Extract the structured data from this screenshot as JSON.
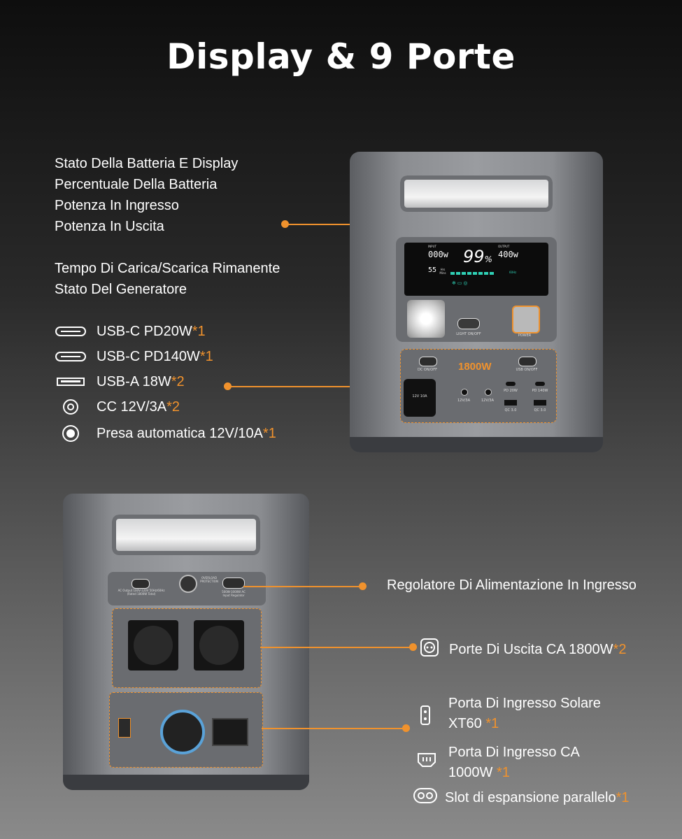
{
  "title": "Display & 9 Porte",
  "display_features": [
    "Stato Della Batteria E Display",
    "Percentuale Della Batteria",
    "Potenza In Ingresso",
    "Potenza In Uscita"
  ],
  "display_features_2": [
    "Tempo Di Carica/Scarica Rimanente",
    "Stato Del Generatore"
  ],
  "front_ports": [
    {
      "icon": "usb-c-icon",
      "label": "USB-C PD20W ",
      "mark": "*1"
    },
    {
      "icon": "usb-c-icon",
      "label": "USB-C PD140W ",
      "mark": "*1"
    },
    {
      "icon": "usb-a-icon",
      "label": "USB-A 18W",
      "mark": "*2"
    },
    {
      "icon": "dc-port-icon",
      "label": "CC 12V/3A ",
      "mark": "*2"
    },
    {
      "icon": "car-socket-icon",
      "label": "Presa automatica 12V/10A ",
      "mark": "*1"
    }
  ],
  "back_labels": {
    "regulator": "Regolatore Di Alimentazione In Ingresso",
    "ac_out": "Porte Di Uscita CA 1800W ",
    "ac_out_mark": "*2",
    "solar_1": "Porta Di Ingresso Solare",
    "solar_2": "XT60 ",
    "solar_mark": "*1",
    "ac_in_1": "Porta Di Ingresso CA",
    "ac_in_2": "1000W ",
    "ac_in_mark": "*1",
    "parallel": "Slot di espansione parallelo",
    "parallel_mark": "*1"
  },
  "screen": {
    "input_label": "INPUT",
    "input_value": "000w",
    "percent": "99",
    "percent_sign": "%",
    "output_label": "OUTPUT",
    "output_value": "400w",
    "time_value": "55",
    "time_unit": "Hrs Mins",
    "freq": "60Hz"
  },
  "front_panel": {
    "light_label": "LIGHT ON/OFF",
    "power_label": "POWER",
    "dc_label": "DC ON/OFF",
    "usb_label": "USB ON/OFF",
    "watt_label": "1800W",
    "car_label": "12V 10A",
    "dc1": "12V/3A",
    "dc2": "12V/3A",
    "pd20": "PD 20W",
    "pd140": "PD 140W",
    "qc1": "QC 3.0",
    "qc2": "QC 3.0"
  },
  "back_panel": {
    "ac_output_text": "AC Output 100V-120V 50Hz/60Hz (Rated 1800W Total)",
    "overload": "OVERLOAD PROTECTION",
    "regulator_text": "500W-1000W AC Input Regulator"
  },
  "colors": {
    "accent": "#f0922d"
  }
}
